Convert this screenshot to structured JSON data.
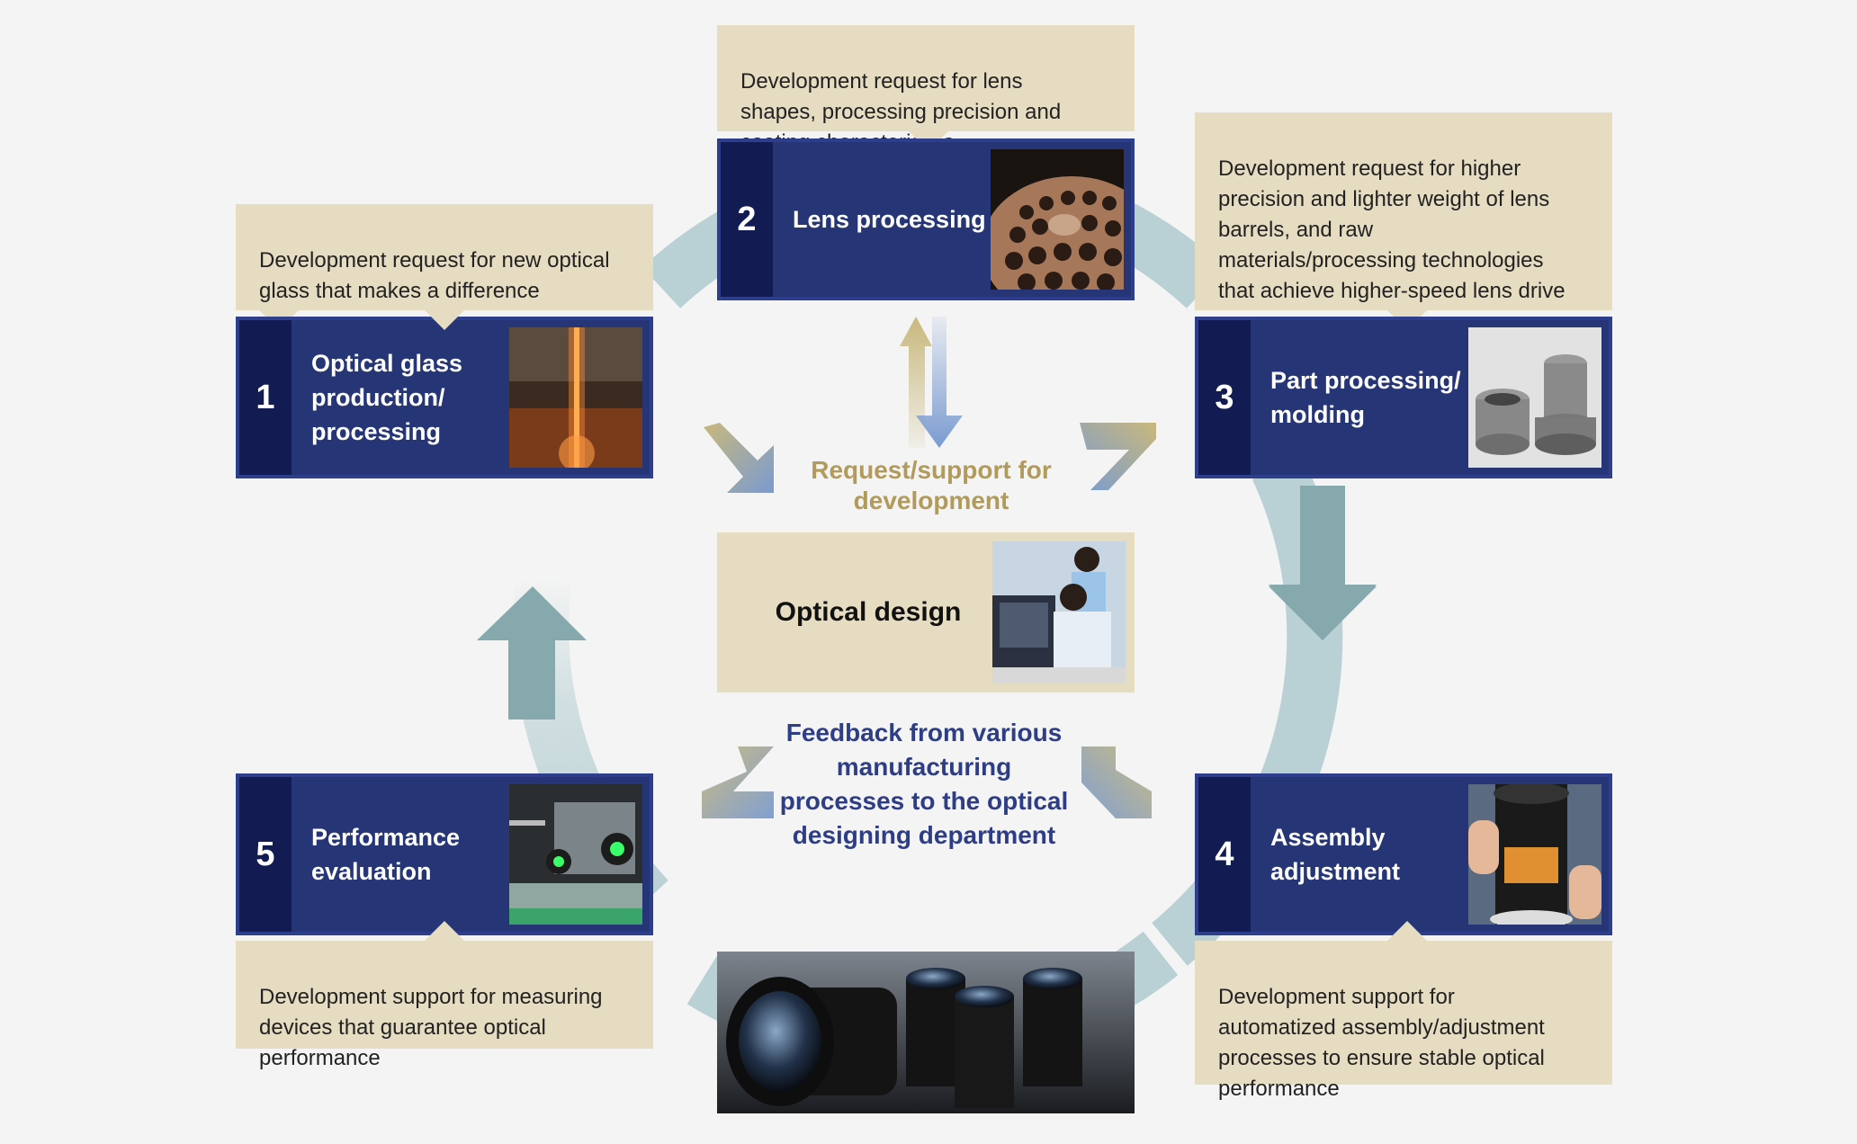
{
  "steps": [
    {
      "num": "1",
      "label": "Optical glass\nproduction/\nprocessing",
      "note": "Development request for new optical\nglass that makes a difference"
    },
    {
      "num": "2",
      "label": "Lens processing",
      "note": "Development request for lens\nshapes, processing precision and\ncoating characteristics"
    },
    {
      "num": "3",
      "label": "Part processing/\nmolding",
      "note": "Development request for higher\nprecision and lighter weight of lens\nbarrels, and raw\nmaterials/processing technologies\nthat achieve higher-speed lens drive"
    },
    {
      "num": "4",
      "label": "Assembly\nadjustment",
      "note": "Development support for\nautomatized assembly/adjustment\nprocesses to ensure stable optical\nperformance"
    },
    {
      "num": "5",
      "label": "Performance\nevaluation",
      "note": "Development support for measuring\ndevices that guarantee optical\nperformance"
    }
  ],
  "center": {
    "title": "Optical design",
    "request_label": "Request/support for\ndevelopment",
    "feedback_label": "Feedback from various\nmanufacturing\nprocesses to the optical\ndesigning department"
  },
  "colors": {
    "navy": "#253576",
    "navy_dark": "#121c52",
    "beige": "#e6dcc2",
    "ring": "#b9d0d4",
    "ring_arrow": "#86a9ad",
    "gold": "#b29a5a",
    "feedback_blue": "#2d3d86"
  }
}
